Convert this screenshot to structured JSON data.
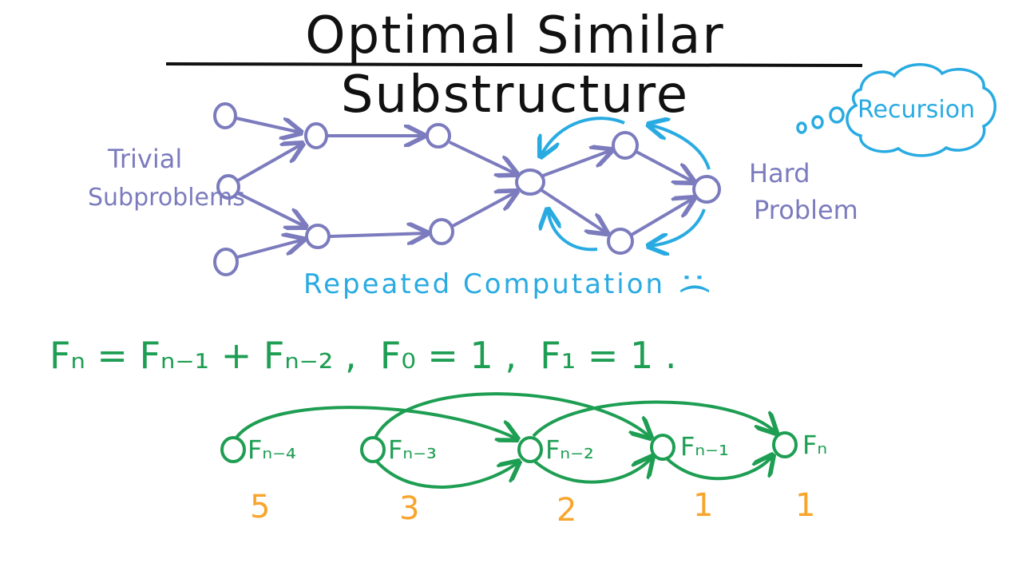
{
  "title": "Optimal Similar Substructure",
  "labels": {
    "trivial_line1": "Trivial",
    "trivial_line2": "Subproblems",
    "hard_line1": "Hard",
    "hard_line2": "Problem",
    "repeated": "Repeated Computation",
    "frown": ":(",
    "recursion": "Recursion",
    "recursion_dots": "o o O"
  },
  "formula": {
    "text": "Fₙ = Fₙ₋₁ + Fₙ₋₂ ,  F₀ = 1 ,  F₁ = 1 ."
  },
  "fib_nodes": [
    {
      "label": "Fₙ₋₄",
      "count": "5"
    },
    {
      "label": "Fₙ₋₃",
      "count": "3"
    },
    {
      "label": "Fₙ₋₂",
      "count": "2"
    },
    {
      "label": "Fₙ₋₁",
      "count": "1"
    },
    {
      "label": "Fₙ",
      "count": "1"
    }
  ],
  "colors": {
    "ink": "#111111",
    "purple": "#7B7BBE",
    "cyan": "#29ABE2",
    "green": "#1E9E53",
    "orange": "#F7A52C"
  }
}
